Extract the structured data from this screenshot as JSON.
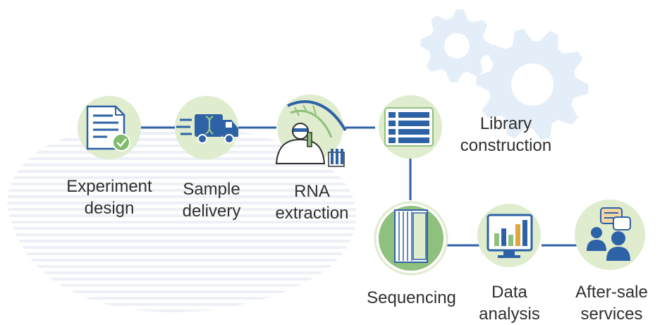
{
  "colors": {
    "accent": "#2e62a6",
    "connector": "#2e62a6",
    "node_fill": "#dfeccd",
    "sequencer_fill": "#8fc07d",
    "gear": "#e4eef8",
    "stripes": "#edf0f6",
    "text": "#2f2f2f"
  },
  "steps": [
    {
      "label": "Experiment\ndesign",
      "icon": "document-check-icon"
    },
    {
      "label": "Sample\ndelivery",
      "icon": "delivery-truck-icon"
    },
    {
      "label": "RNA\nextraction",
      "icon": "scientist-icon"
    },
    {
      "label": "Library\nconstruction",
      "icon": "list-icon"
    },
    {
      "label": "Sequencing",
      "icon": "sequencer-icon"
    },
    {
      "label": "Data\nanalysis",
      "icon": "bar-chart-monitor-icon"
    },
    {
      "label": "After-sale\nservices",
      "icon": "customer-support-icon"
    }
  ],
  "decor": {
    "gears": "gears-icon",
    "stripes": "striped-blob"
  }
}
